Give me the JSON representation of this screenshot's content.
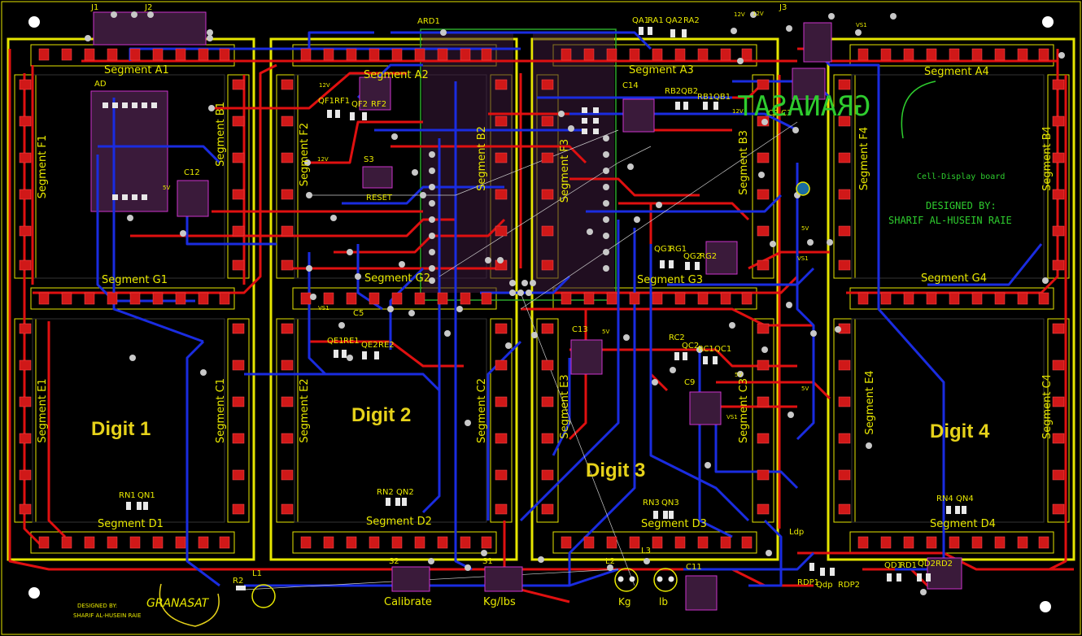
{
  "board": {
    "colors": {
      "background": "#000000",
      "top_copper": "#e01010",
      "bottom_copper": "#1a2ce0",
      "silkscreen": "#e8e800",
      "outline": "#e6e600",
      "pad": "#d01818",
      "logo_green": "#2ecc2e",
      "drill": "#c8c8c8"
    },
    "digits": [
      {
        "label": "Digit 1",
        "segments": [
          "Segment A1",
          "Segment B1",
          "Segment C1",
          "Segment D1",
          "Segment E1",
          "Segment F1",
          "Segment G1"
        ],
        "resistor": "RN1",
        "transistor": "QN1"
      },
      {
        "label": "Digit 2",
        "segments": [
          "Segment A2",
          "Segment B2",
          "Segment C2",
          "Segment D2",
          "Segment E2",
          "Segment F2",
          "Segment G2"
        ],
        "resistor": "RN2",
        "transistor": "QN2"
      },
      {
        "label": "Digit 3",
        "segments": [
          "Segment A3",
          "Segment B3",
          "Segment C3",
          "Segment D3",
          "Segment E3",
          "Segment F3",
          "Segment G3"
        ],
        "resistor": "RN3",
        "transistor": "QN3"
      },
      {
        "label": "Digit 4",
        "segments": [
          "Segment A4",
          "Segment B4",
          "Segment C4",
          "Segment D4",
          "Segment E4",
          "Segment F4",
          "Segment G4"
        ],
        "resistor": "RN4",
        "transistor": "QN4"
      }
    ],
    "driver_labels": {
      "qa1": "QA1",
      "ra1": "RA1",
      "qa2": "QA2",
      "ra2": "RA2",
      "qf1": "QF1",
      "rf1": "RF1",
      "qf2": "QF2",
      "rf2": "RF2",
      "qb1": "QB1",
      "rb1": "RB1",
      "qb2": "QB2",
      "rb2": "RB2",
      "qg1": "QG1",
      "rg1": "RG1",
      "qg2": "QG2",
      "rg2": "RG2",
      "qe1": "QE1",
      "re1": "RE1",
      "qe2": "QE2",
      "re2": "RE2",
      "qc1": "QC1",
      "rc1": "RC1",
      "qc2": "QC2",
      "rc2": "RC2",
      "qd1": "QD1",
      "rd1": "RD1",
      "qd2": "QD2",
      "rd2": "RD2",
      "qdp": "Qdp",
      "rdp1": "RDP1",
      "rdp2": "RDP2",
      "ldp": "Ldp"
    },
    "components": {
      "j1": "J1",
      "j2": "J2",
      "j3": "J3",
      "ad": "AD",
      "ard1": "ARD1",
      "c1": "C1",
      "c2": "C2",
      "c3": "C3",
      "c5": "C5",
      "c8": "C8",
      "c9": "C9",
      "c11": "C11",
      "c12": "C12",
      "c13": "C13",
      "c14": "C14",
      "s1": "S1",
      "s2": "S2",
      "s3": "S3",
      "r2": "R2",
      "l1": "L1",
      "l2": "L2",
      "l3": "L3",
      "reset": "RESET"
    },
    "net_labels": {
      "v5": "5V",
      "v12": "12V",
      "vs1": "VS1"
    },
    "buttons": {
      "calibrate": "Calibrate",
      "kg_lbs": "Kg/lbs"
    },
    "leds": {
      "kg": "Kg",
      "lb": "lb"
    },
    "logo": {
      "text": "GRANASAT",
      "subtitle": "Cell-Display board",
      "designed_by": "DESIGNED BY:",
      "author": "SHARIF AL-HUSEIN RAIE"
    },
    "bottom_logo": {
      "designed_by": "DESIGNED BY:",
      "author": "SHARIF AL-HUSEIN RAIE",
      "text": "GRANASAT"
    }
  }
}
